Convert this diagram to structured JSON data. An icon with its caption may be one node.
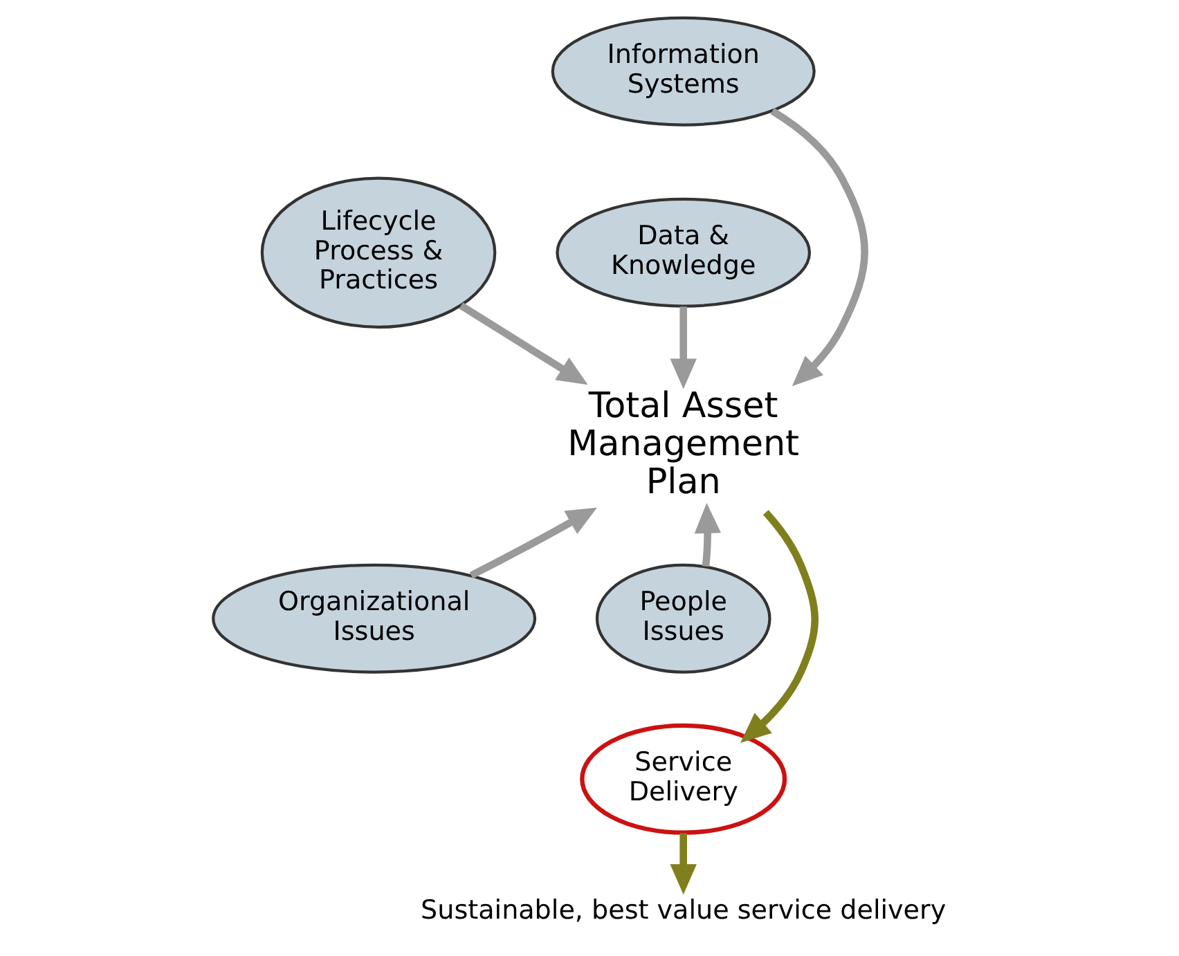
{
  "diagram": {
    "nodes": [
      {
        "text": [
          "Information Systems"
        ]
      },
      {
        "text": [
          "Lifecycle Process & Practices"
        ]
      },
      {
        "text": [
          "Data & Knowledge"
        ]
      },
      {
        "text": [
          "Total Asset Management Plan"
        ]
      },
      {
        "text": [
          "Organizational Issues"
        ]
      },
      {
        "text": [
          "People Issues"
        ]
      },
      {
        "text": [
          "Service Delivery"
        ]
      },
      {
        "text": [
          "Sustainable, best value service delivery"
        ]
      }
    ],
    "edges": [
      {
        "from": 0,
        "to": 3,
        "arrow": "to"
      },
      {
        "from": 1,
        "to": 3,
        "arrow": "to"
      },
      {
        "from": 2,
        "to": 3,
        "arrow": "to"
      },
      {
        "from": 4,
        "to": 3,
        "arrow": "to"
      },
      {
        "from": 5,
        "to": 3,
        "arrow": "to"
      },
      {
        "from": 3,
        "to": 6,
        "arrow": "to",
        "color": "#7f7f1e"
      },
      {
        "from": 6,
        "to": 7,
        "arrow": "to",
        "color": "#7f7f1e"
      }
    ]
  }
}
